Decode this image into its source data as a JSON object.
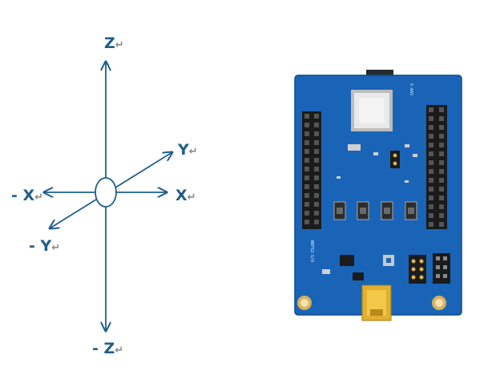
{
  "colors": {
    "axis": "#1f5f8b",
    "label": "#1f5f8b",
    "return_mark": "#8a8a8a",
    "pcb": "#1a64b8",
    "pcb_edge": "#0f4a8e",
    "header_pin": "#1b1b1b",
    "pad": "#d9b35a",
    "silkscreen": "#e8eef6",
    "module": "#e9e9e9",
    "usb": "#e0b02e"
  },
  "axes": {
    "z_pos": "Z",
    "z_neg": "- Z",
    "x_pos": "X",
    "x_neg": "- X",
    "y_pos": "Y",
    "y_neg": "- Y",
    "return_mark": "↵"
  },
  "board": {
    "silk_top": "S-AAS",
    "silk_left": "NRF52-S/O",
    "icons": [
      "module-shield",
      "mini-usb-connector",
      "tact-switch",
      "pin-header",
      "mounting-hole"
    ]
  }
}
